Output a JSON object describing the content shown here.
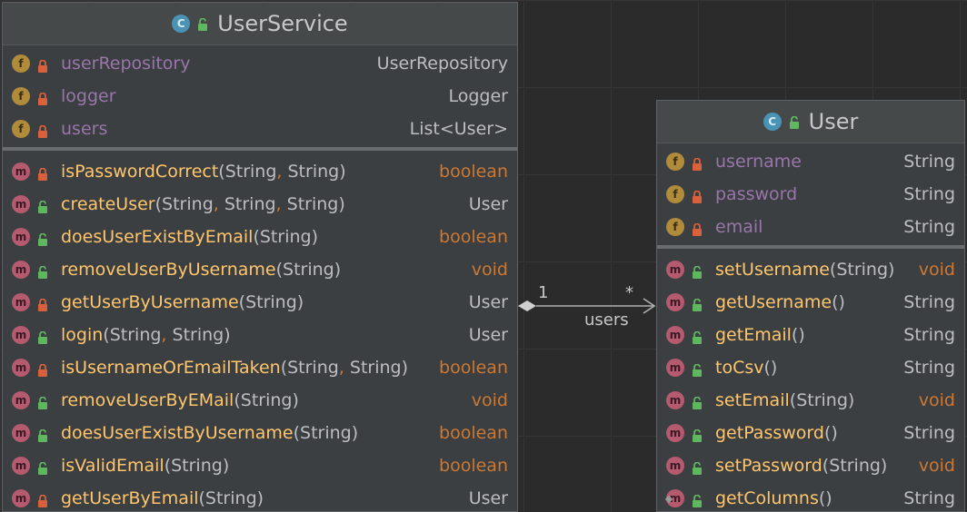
{
  "user_service": {
    "kind": "C",
    "title": "UserService",
    "fields": [
      {
        "name": "userRepository",
        "type": "UserRepository",
        "access": "private"
      },
      {
        "name": "logger",
        "type": "Logger",
        "access": "private"
      },
      {
        "name": "users",
        "type": "List<User>",
        "access": "private"
      }
    ],
    "methods": [
      {
        "name": "isPasswordCorrect",
        "params": [
          "String",
          "String"
        ],
        "type": "boolean",
        "access": "private"
      },
      {
        "name": "createUser",
        "params": [
          "String",
          "String",
          "String"
        ],
        "type": "User",
        "access": "public"
      },
      {
        "name": "doesUserExistByEmail",
        "params": [
          "String"
        ],
        "type": "boolean",
        "access": "public"
      },
      {
        "name": "removeUserByUsername",
        "params": [
          "String"
        ],
        "type": "void",
        "access": "public"
      },
      {
        "name": "getUserByUsername",
        "params": [
          "String"
        ],
        "type": "User",
        "access": "private"
      },
      {
        "name": "login",
        "params": [
          "String",
          "String"
        ],
        "type": "User",
        "access": "public"
      },
      {
        "name": "isUsernameOrEmailTaken",
        "params": [
          "String",
          "String"
        ],
        "type": "boolean",
        "access": "private"
      },
      {
        "name": "removeUserByEMail",
        "params": [
          "String"
        ],
        "type": "void",
        "access": "public"
      },
      {
        "name": "doesUserExistByUsername",
        "params": [
          "String"
        ],
        "type": "boolean",
        "access": "public"
      },
      {
        "name": "isValidEmail",
        "params": [
          "String"
        ],
        "type": "boolean",
        "access": "public"
      },
      {
        "name": "getUserByEmail",
        "params": [
          "String"
        ],
        "type": "User",
        "access": "private"
      }
    ]
  },
  "user": {
    "kind": "C",
    "title": "User",
    "fields": [
      {
        "name": "username",
        "type": "String",
        "access": "private"
      },
      {
        "name": "password",
        "type": "String",
        "access": "private"
      },
      {
        "name": "email",
        "type": "String",
        "access": "private"
      }
    ],
    "methods": [
      {
        "name": "setUsername",
        "params": [
          "String"
        ],
        "type": "void",
        "access": "public"
      },
      {
        "name": "getUsername",
        "params": [],
        "type": "String",
        "access": "public"
      },
      {
        "name": "getEmail",
        "params": [],
        "type": "String",
        "access": "public"
      },
      {
        "name": "toCsv",
        "params": [],
        "type": "String",
        "access": "public"
      },
      {
        "name": "setEmail",
        "params": [
          "String"
        ],
        "type": "void",
        "access": "public"
      },
      {
        "name": "getPassword",
        "params": [],
        "type": "String",
        "access": "public"
      },
      {
        "name": "setPassword",
        "params": [
          "String"
        ],
        "type": "void",
        "access": "public"
      },
      {
        "name": "getColumns",
        "params": [],
        "type": "String",
        "access": "public"
      }
    ]
  },
  "association": {
    "source_multiplicity": "1",
    "target_multiplicity": "*",
    "role": "users"
  },
  "icons": {
    "field_badge": "f",
    "method_badge": "m"
  },
  "colors": {
    "field_name": "#9876aa",
    "method_name": "#ffc66d",
    "keyword_type": "#cc7832",
    "private_lock": "#d8613c",
    "public_lock": "#5fb85f",
    "class_badge": "#4a93b5"
  }
}
